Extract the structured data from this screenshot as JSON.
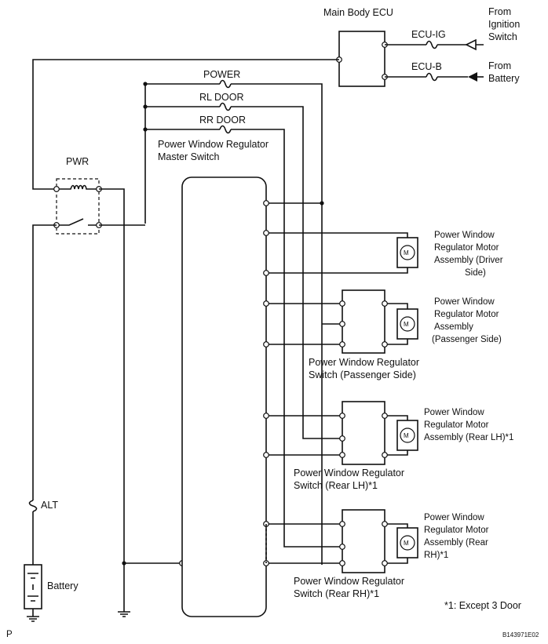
{
  "ecu": {
    "title": "Main Body ECU",
    "fuse_ig": "ECU-IG",
    "fuse_b": "ECU-B",
    "from_ig": [
      "From",
      "Ignition",
      "Switch"
    ],
    "from_batt": [
      "From",
      "Battery"
    ]
  },
  "fuses": {
    "power": "POWER",
    "rl_door": "RL DOOR",
    "rr_door": "RR DOOR",
    "alt": "ALT"
  },
  "components": {
    "pwr_relay": "PWR",
    "master_switch": [
      "Power Window Regulator",
      "Master Switch"
    ],
    "motor_driver": [
      "Power Window",
      "Regulator Motor",
      "Assembly (Driver",
      "Side)"
    ],
    "motor_passenger": [
      "Power Window",
      "Regulator Motor",
      "Assembly",
      "(Passenger Side)"
    ],
    "switch_passenger": [
      "Power Window Regulator",
      "Switch (Passenger Side)"
    ],
    "motor_rear_lh": [
      "Power Window",
      "Regulator Motor",
      "Assembly (Rear LH)*1"
    ],
    "switch_rear_lh": [
      "Power Window Regulator",
      "Switch (Rear LH)*1"
    ],
    "motor_rear_rh": [
      "Power Window",
      "Regulator Motor",
      "Assembly (Rear",
      "RH)*1"
    ],
    "switch_rear_rh": [
      "Power Window Regulator",
      "Switch (Rear RH)*1"
    ],
    "battery": "Battery",
    "motor_symbol": "M"
  },
  "notes": {
    "footnote": "*1: Except 3 Door",
    "page_marker": "P",
    "figure_id": "B143971E02"
  }
}
